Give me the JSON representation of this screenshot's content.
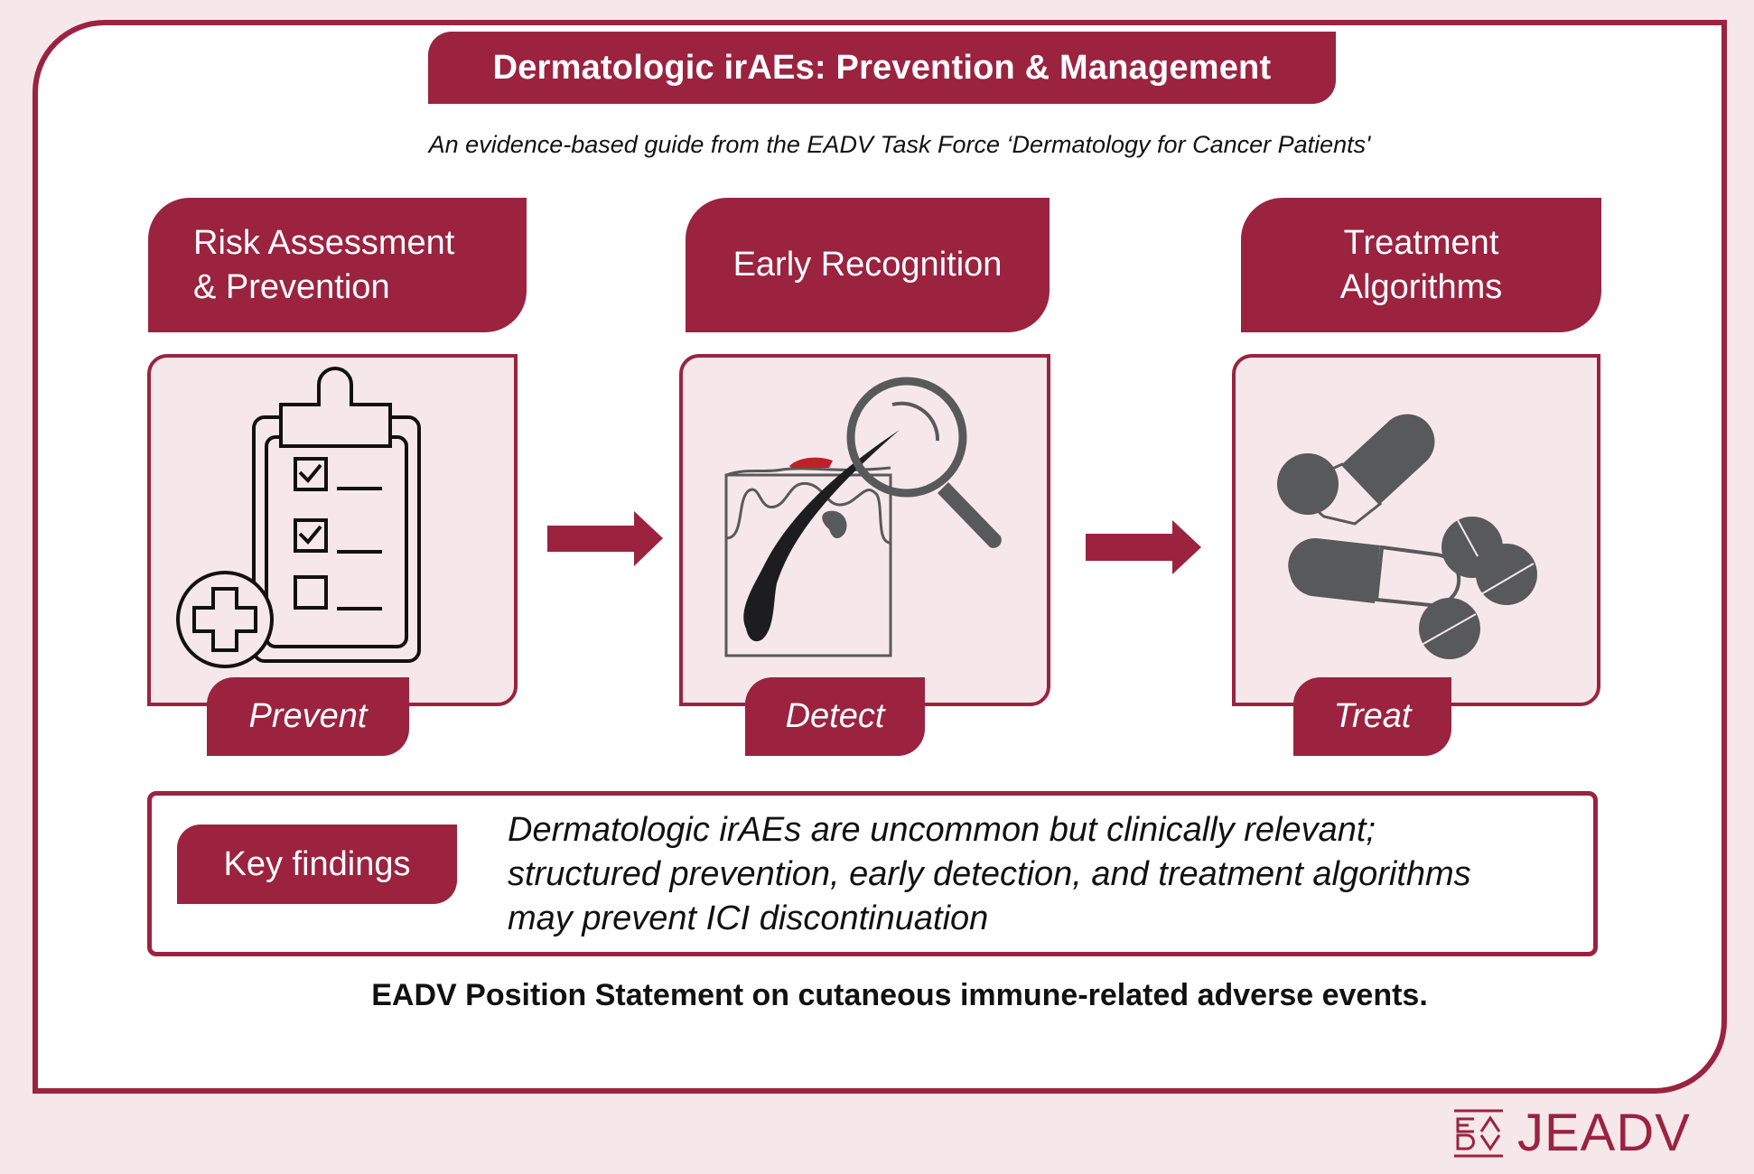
{
  "title": "Dermatologic irAEs: Prevention & Management",
  "subtitle": "An evidence-based guide from the EADV Task Force ‘Dermatology for Cancer Patients'",
  "colors": {
    "accent": "#9b2340",
    "card_fill": "#f6e8ea",
    "icon_gray": "#58595b"
  },
  "steps": [
    {
      "heading": "Risk Assessment\n& Prevention",
      "label": "Prevent",
      "icon": "clipboard-checklist-medical-icon"
    },
    {
      "heading": "Early Recognition",
      "label": "Detect",
      "icon": "skin-magnifier-icon"
    },
    {
      "heading": "Treatment\nAlgorithms",
      "label": "Treat",
      "icon": "pills-icon"
    }
  ],
  "key_findings": {
    "badge": "Key findings",
    "lines": [
      "Dermatologic irAEs are uncommon but clinically relevant;",
      "structured prevention, early detection, and treatment algorithms",
      "may prevent ICI discontinuation"
    ]
  },
  "statement": "EADV Position Statement on cutaneous immune-related adverse events.",
  "logo": {
    "mark": "EADV",
    "text": "JEADV"
  }
}
